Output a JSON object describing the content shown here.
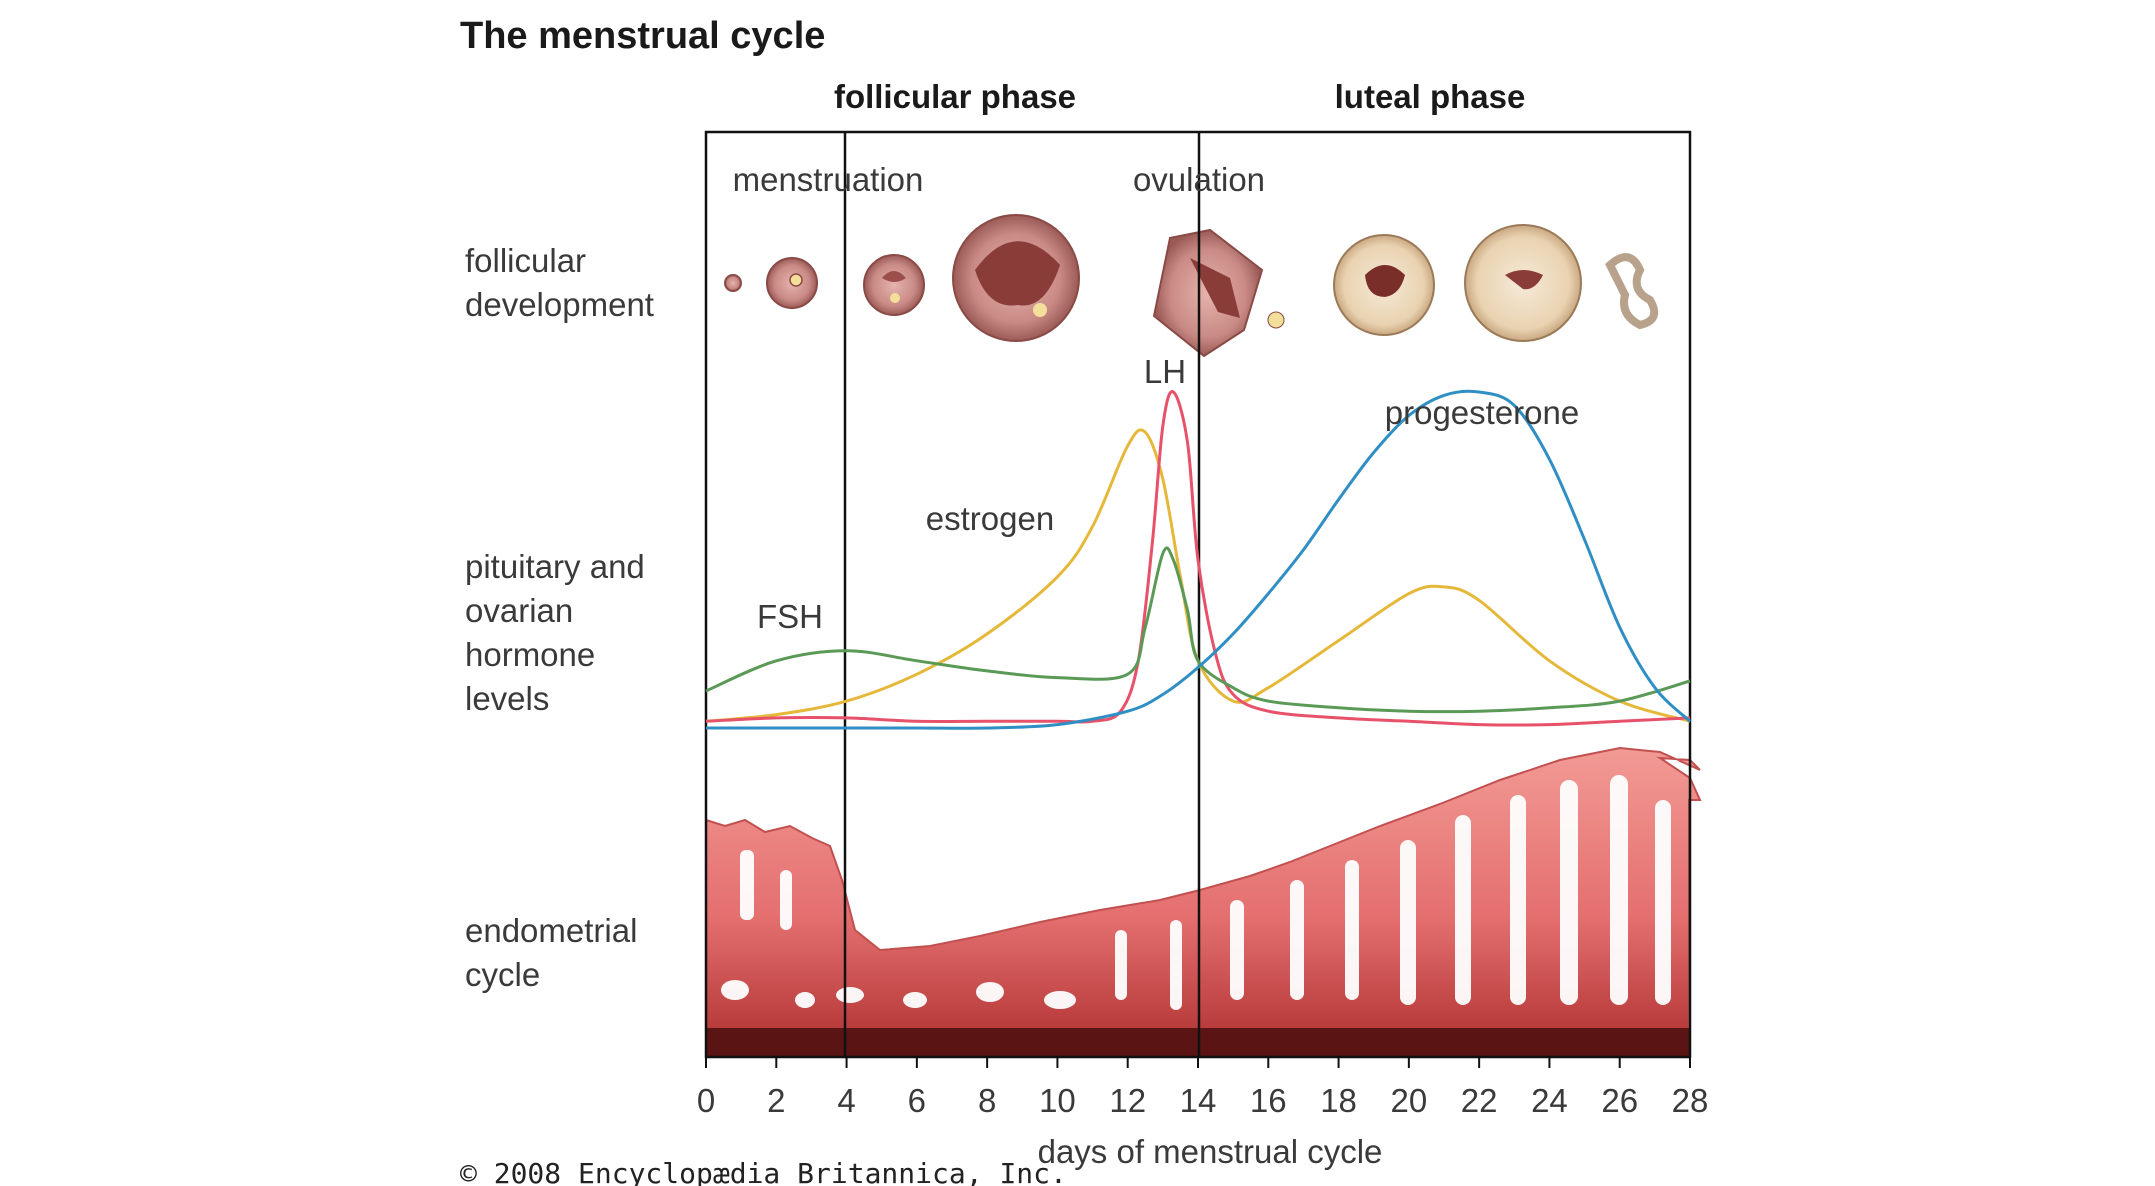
{
  "title": "The menstrual cycle",
  "phases": {
    "follicular": "follicular phase",
    "luteal": "luteal phase"
  },
  "events": {
    "menstruation": "menstruation",
    "ovulation": "ovulation"
  },
  "rows": {
    "follicular_line1": "follicular",
    "follicular_line2": "development",
    "hormone_line1": "pituitary and",
    "hormone_line2": "ovarian",
    "hormone_line3": "hormone",
    "hormone_line4": "levels",
    "endo_line1": "endometrial",
    "endo_line2": "cycle"
  },
  "copyright": "© 2008 Encyclopædia Britannica, Inc.",
  "colors": {
    "estrogen": "#e6b83a",
    "LH": "#e8516a",
    "FSH": "#5a9a56",
    "progesterone": "#2f8fc4",
    "endometrium": "#e46f6f",
    "follicle": "#c98a85"
  },
  "chart_data": {
    "type": "line",
    "xlabel": "days of menstrual cycle",
    "xlim": [
      0,
      28
    ],
    "x_ticks": [
      "0",
      "2",
      "4",
      "6",
      "8",
      "10",
      "12",
      "14",
      "16",
      "18",
      "20",
      "22",
      "24",
      "26",
      "28"
    ],
    "ylabel": "",
    "series": [
      {
        "name": "estrogen",
        "x": [
          0,
          2,
          4,
          6,
          8,
          10,
          11,
          12,
          12.5,
          13,
          13.5,
          14,
          15,
          16,
          18,
          20,
          21,
          22,
          24,
          26,
          28
        ],
        "y": [
          0.02,
          0.04,
          0.08,
          0.16,
          0.28,
          0.45,
          0.6,
          0.84,
          0.88,
          0.74,
          0.45,
          0.2,
          0.08,
          0.12,
          0.26,
          0.4,
          0.42,
          0.38,
          0.2,
          0.08,
          0.02
        ]
      },
      {
        "name": "LH",
        "x": [
          0,
          2,
          4,
          6,
          8,
          10,
          11,
          11.8,
          12.3,
          12.7,
          13,
          13.3,
          13.7,
          14,
          14.5,
          15,
          16,
          18,
          20,
          22,
          24,
          26,
          28
        ],
        "y": [
          0.02,
          0.03,
          0.03,
          0.02,
          0.02,
          0.02,
          0.02,
          0.05,
          0.2,
          0.55,
          0.9,
          1.0,
          0.85,
          0.5,
          0.22,
          0.1,
          0.05,
          0.03,
          0.02,
          0.01,
          0.01,
          0.02,
          0.03
        ]
      },
      {
        "name": "FSH",
        "x": [
          0,
          2,
          4,
          6,
          8,
          10,
          12,
          12.5,
          13,
          13.3,
          13.7,
          14,
          15,
          16,
          18,
          20,
          22,
          24,
          26,
          28
        ],
        "y": [
          0.11,
          0.2,
          0.23,
          0.2,
          0.17,
          0.15,
          0.16,
          0.3,
          0.52,
          0.5,
          0.35,
          0.2,
          0.12,
          0.08,
          0.06,
          0.05,
          0.05,
          0.06,
          0.08,
          0.14
        ]
      },
      {
        "name": "progesterone",
        "x": [
          0,
          2,
          4,
          6,
          8,
          10,
          12,
          13,
          14,
          15,
          16,
          17,
          18,
          19,
          20,
          21,
          22,
          23,
          24,
          25,
          26,
          27,
          28
        ],
        "y": [
          0.0,
          0.0,
          0.0,
          0.0,
          0.0,
          0.01,
          0.05,
          0.1,
          0.18,
          0.28,
          0.4,
          0.53,
          0.68,
          0.82,
          0.93,
          0.99,
          1.0,
          0.96,
          0.8,
          0.56,
          0.3,
          0.12,
          0.02
        ]
      }
    ],
    "annotations": [
      "LH",
      "estrogen",
      "FSH",
      "progesterone"
    ]
  }
}
